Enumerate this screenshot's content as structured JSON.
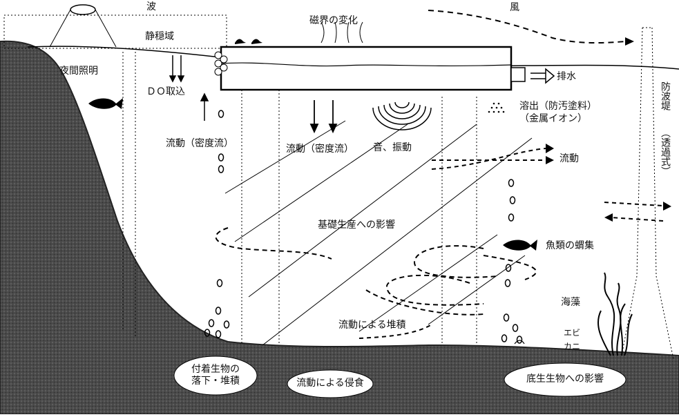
{
  "labels": {
    "wave": "波",
    "calm_area": "静穏域",
    "magnetic_change": "磁界の変化",
    "wind": "風",
    "night_lighting": "夜間照明",
    "do_intake": "ＤＯ取込",
    "drainage": "排水",
    "breakwater": "防波堤",
    "breakwater_type": "（透過式）",
    "elution": "溶出（防汚塗料）",
    "metal_ions": "（金属イオン）",
    "flow_density_left": "流動（密度流）",
    "flow_density_mid": "流動（密度流）",
    "sound_vibration": "音、振動",
    "flow_right": "流動",
    "primary_production": "基礎生産への影響",
    "fish_gathering": "魚類の蝟集",
    "seaweed": "海藻",
    "shrimp": "エビ",
    "crab": "カニ",
    "deposition_by_flow": "流動による堆積",
    "attached_fall_line1": "付着生物の",
    "attached_fall_line2": "落下・堆積",
    "erosion_by_flow": "流動による侵食",
    "benthic_impact": "底生生物への影響"
  }
}
